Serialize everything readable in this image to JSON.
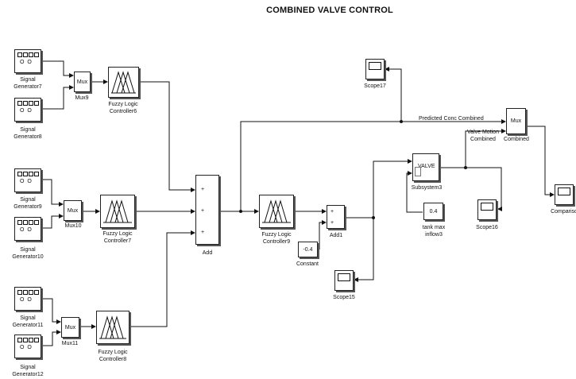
{
  "title": "COMBINED VALVE CONTROL",
  "signal_generators": [
    {
      "id": "sg7",
      "label_line1": "Signal",
      "label_line2": "Generator7"
    },
    {
      "id": "sg8",
      "label_line1": "Signal",
      "label_line2": "Generator8"
    },
    {
      "id": "sg9",
      "label_line1": "Signal",
      "label_line2": "Generator9"
    },
    {
      "id": "sg10",
      "label_line1": "Signal",
      "label_line2": "Generator10"
    },
    {
      "id": "sg11",
      "label_line1": "Signal",
      "label_line2": "Generator11"
    },
    {
      "id": "sg12",
      "label_line1": "Signal",
      "label_line2": "Generator12"
    }
  ],
  "signal_icon_text": "O O",
  "mux_blocks": {
    "mux9": {
      "inner": "Mux",
      "label": "Mux9"
    },
    "mux10": {
      "inner": "Mux",
      "label": "Mux10"
    },
    "mux11": {
      "inner": "Mux",
      "label": "Mux11"
    },
    "combined": {
      "inner": "Mux",
      "label": "Combined"
    }
  },
  "fuzzy_controllers": {
    "flc6": {
      "line1": "Fuzzy Logic",
      "line2": "Controller6"
    },
    "flc7": {
      "line1": "Fuzzy Logic",
      "line2": "Controller7"
    },
    "flc8": {
      "line1": "Fuzzy Logic",
      "line2": "Controller8"
    },
    "flc9": {
      "line1": "Fuzzy Logic",
      "line2": "Controller9"
    }
  },
  "add": {
    "label": "Add",
    "signs": [
      "+",
      "+",
      "+"
    ]
  },
  "add1": {
    "label": "Add1",
    "signs": [
      "+",
      "+"
    ]
  },
  "constant": {
    "value": "-0.4",
    "label": "Constant"
  },
  "subsystem": {
    "inner": "VALVE",
    "label": "Subsystem3"
  },
  "tank_max": {
    "value": "0.4",
    "label_line1": "tank max",
    "label_line2": "inflow3"
  },
  "scopes": {
    "scope15": "Scope15",
    "scope16": "Scope16",
    "scope17": "Scope17",
    "comparison": "Compariso"
  },
  "signal_labels": {
    "predicted": "Predicted Conc Combined",
    "valve_motion_line1": "Valve Motion",
    "valve_motion_line2": "Combined"
  }
}
